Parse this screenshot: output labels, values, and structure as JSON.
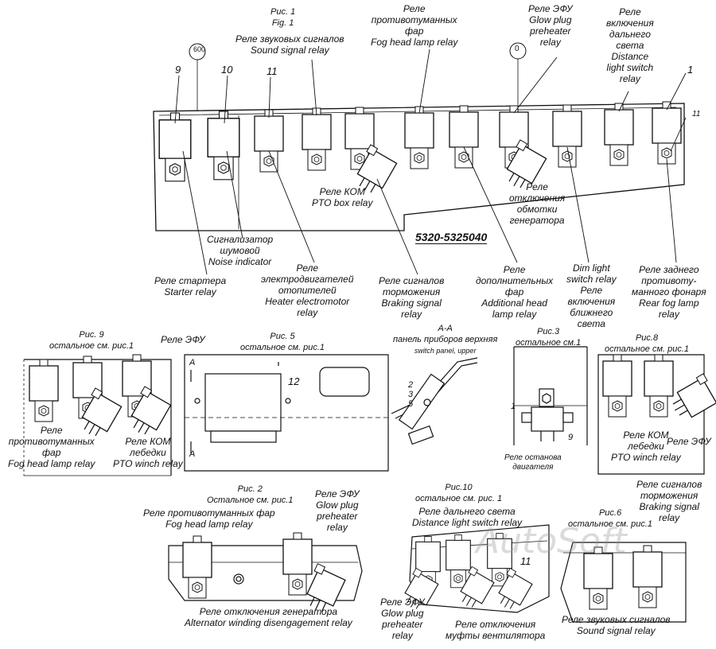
{
  "main": {
    "fig": [
      "Рис. 1",
      "Fig. 1"
    ],
    "code": "5320-5325040",
    "circle_600": "600",
    "circle_0": "0",
    "numbers": {
      "n9": "9",
      "n10": "10",
      "n11": "11",
      "n1": "1",
      "n11b": "11"
    },
    "labels": {
      "sound": [
        "Реле звуковых сигналов",
        "Sound signal relay"
      ],
      "fog": [
        "Реле",
        "противотуманных",
        "фар",
        "Fog head lamp relay"
      ],
      "glow": [
        "Реле ЭФУ",
        "Glow plug",
        "preheater",
        "relay"
      ],
      "distance": [
        "Реле",
        "включения",
        "дальнего",
        "света",
        "Distance",
        "light switch",
        "relay"
      ],
      "pto": [
        "Реле КОМ",
        "PTO box relay"
      ],
      "alt": [
        "Реле",
        "отключения",
        "обмотки",
        "генератора"
      ],
      "noise": [
        "Сигнализатор",
        "шумовой",
        "Noise indicator"
      ],
      "starter": [
        "Реле стартера",
        "Starter relay"
      ],
      "heater": [
        "Реле",
        "электродвигателей",
        "отопителей",
        "Heater electromotor",
        "relay"
      ],
      "braking": [
        "Реле сигналов",
        "торможения",
        "Braking signal",
        "relay"
      ],
      "addhead": [
        "Реле",
        "дополнительных",
        "фар",
        "Additional head",
        "lamp relay"
      ],
      "dim": [
        "Dim light",
        "switch relay",
        "Реле",
        "включения",
        "ближнего",
        "света"
      ],
      "rearfog": [
        "Реле заднего",
        "противоту-",
        "манного фонаря",
        "Rear fog lamp",
        "relay"
      ]
    }
  },
  "fig9": {
    "title": [
      "Рис. 9",
      "остальное см. рис.1"
    ],
    "efu": "Реле ЭФУ",
    "fog": [
      "Реле",
      "противотуманных",
      "фар",
      "Fog head lamp relay"
    ],
    "pto": [
      "Реле КОМ",
      "лебедки",
      "PTO winch relay"
    ]
  },
  "fig5": {
    "title": [
      "Рис. 5",
      "остальное см. рис.1"
    ],
    "num": "12",
    "a_top": "A",
    "a_bottom": "A"
  },
  "sectionAA": {
    "title": [
      "А-А",
      "панель приборов верхняя",
      "switch panel, upper"
    ],
    "nums": [
      "2",
      "3",
      "5"
    ]
  },
  "fig3": {
    "title": [
      "Рис.3",
      "остальное см.1"
    ],
    "n1": "1",
    "n9": "9",
    "label": [
      "Реле останова",
      "двигателя"
    ]
  },
  "fig8": {
    "title": [
      "Рис.8",
      "остальное см. рис.1"
    ],
    "pto": [
      "Реле КОМ",
      "лебедки",
      "PTO winch relay"
    ],
    "efu": "Реле ЭФУ"
  },
  "fig2": {
    "title": [
      "Рис. 2",
      "Остальное см. рис.1"
    ],
    "fog": [
      "Реле противотуманных фар",
      "Fog head lamp relay"
    ],
    "glow": [
      "Реле ЭФУ",
      "Glow plug",
      "preheater",
      "relay"
    ],
    "alt": [
      "Реле отключения генератора",
      "Alternator winding disengagement relay"
    ]
  },
  "fig10": {
    "title": [
      "Рис.10",
      "остальное см. рис. 1"
    ],
    "distance": [
      "Реле дальнего света",
      "Distance light switch relay"
    ],
    "num": "11",
    "glow": [
      "Реле ЭФУ",
      "Glow plug",
      "preheater",
      "relay"
    ],
    "fan": [
      "Реле отключения",
      "муфты вентилятора"
    ]
  },
  "fig6": {
    "title": [
      "Рис.6",
      "остальное см. рис.1"
    ],
    "braking": [
      "Реле сигналов",
      "торможения",
      "Braking signal",
      "relay"
    ],
    "sound": [
      "Реле звуковых сигналов",
      "Sound signal relay"
    ]
  },
  "watermark": "AutoSoft"
}
